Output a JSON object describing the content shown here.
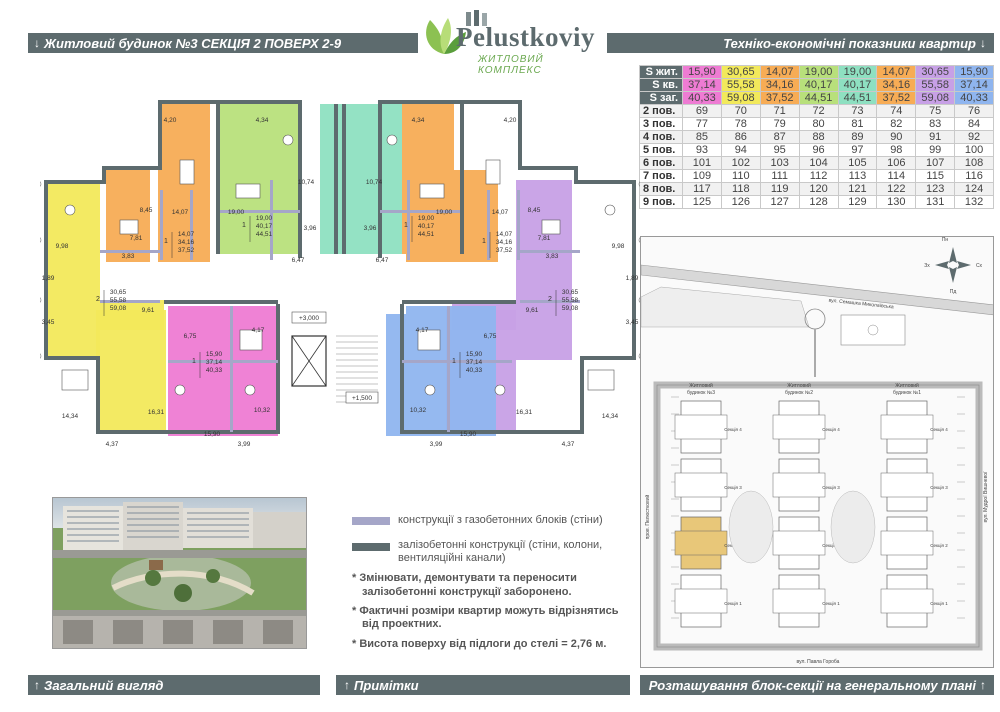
{
  "header": {
    "left_title": "Житловий будинок №3  СЕКЦІЯ 2  ПОВЕРХ 2-9",
    "right_title": "Техніко-економічні показники квартир"
  },
  "logo": {
    "name": "Pelustkoviy",
    "subtitle": "ЖИТЛОВИЙ КОМПЛЕКС"
  },
  "indicators": {
    "area_rows": [
      {
        "label": "S жит.",
        "values": [
          "15,90",
          "30,65",
          "14,07",
          "19,00",
          "19,00",
          "14,07",
          "30,65",
          "15,90"
        ]
      },
      {
        "label": "S кв.",
        "values": [
          "37,14",
          "55,58",
          "34,16",
          "40,17",
          "40,17",
          "34,16",
          "55,58",
          "37,14"
        ]
      },
      {
        "label": "S заг.",
        "values": [
          "40,33",
          "59,08",
          "37,52",
          "44,51",
          "44,51",
          "37,52",
          "59,08",
          "40,33"
        ]
      }
    ],
    "column_colors": [
      "#ee7bd3",
      "#f2e95b",
      "#f7ac55",
      "#b8e07b",
      "#8ee0c1",
      "#f7ac55",
      "#c7a0e6",
      "#8fb5ef"
    ],
    "floor_rows": [
      {
        "label": "2 пов.",
        "values": [
          "69",
          "70",
          "71",
          "72",
          "73",
          "74",
          "75",
          "76"
        ]
      },
      {
        "label": "3 пов.",
        "values": [
          "77",
          "78",
          "79",
          "80",
          "81",
          "82",
          "83",
          "84"
        ]
      },
      {
        "label": "4 пов.",
        "values": [
          "85",
          "86",
          "87",
          "88",
          "89",
          "90",
          "91",
          "92"
        ]
      },
      {
        "label": "5 пов.",
        "values": [
          "93",
          "94",
          "95",
          "96",
          "97",
          "98",
          "99",
          "100"
        ]
      },
      {
        "label": "6 пов.",
        "values": [
          "101",
          "102",
          "103",
          "104",
          "105",
          "106",
          "107",
          "108"
        ]
      },
      {
        "label": "7 пов.",
        "values": [
          "109",
          "110",
          "111",
          "112",
          "113",
          "114",
          "115",
          "116"
        ]
      },
      {
        "label": "8 пов.",
        "values": [
          "117",
          "118",
          "119",
          "120",
          "121",
          "122",
          "123",
          "124"
        ]
      },
      {
        "label": "9 пов.",
        "values": [
          "125",
          "126",
          "127",
          "128",
          "129",
          "130",
          "131",
          "132"
        ]
      }
    ]
  },
  "plan": {
    "apartments": [
      {
        "color": "#f2e95b",
        "rooms": "2",
        "ztext": [
          "30,65",
          "55,58",
          "59,08"
        ],
        "side": "left"
      },
      {
        "color": "#f7ac55",
        "rooms": "1",
        "ztext": [
          "14,07",
          "34,16",
          "37,52"
        ],
        "side": "left"
      },
      {
        "color": "#b8e07b",
        "rooms": "1",
        "ztext": [
          "19,00",
          "40,17",
          "44,51"
        ],
        "side": "left"
      },
      {
        "color": "#8ee0c1",
        "rooms": "1",
        "ztext": [
          "19,00",
          "40,17",
          "44,51"
        ],
        "side": "right"
      },
      {
        "color": "#f7ac55",
        "rooms": "1",
        "ztext": [
          "14,07",
          "34,16",
          "37,52"
        ],
        "side": "right"
      },
      {
        "color": "#c7a0e6",
        "rooms": "2",
        "ztext": [
          "30,65",
          "55,58",
          "59,08"
        ],
        "side": "right"
      },
      {
        "color": "#ee7bd3",
        "rooms": "1",
        "ztext": [
          "15,90",
          "37,14",
          "40,33"
        ],
        "side": "left"
      },
      {
        "color": "#8fb5ef",
        "rooms": "1",
        "ztext": [
          "15,90",
          "37,14",
          "40,33"
        ],
        "side": "right"
      }
    ],
    "labels": {
      "level_top": "+3,000",
      "level_mid": "+1,500",
      "r1": "4,20",
      "r2": "4,34",
      "r3": "10,74",
      "r4": "8,45",
      "r5": "9,98",
      "r6": "1,89",
      "r7": "9,61",
      "r8": "3,45",
      "r9": "14,34",
      "r10": "16,31",
      "r11": "4,37",
      "r12": "6,75",
      "r13": "4,17",
      "r14": "10,32",
      "r15": "3,99",
      "r16": "6,47",
      "r17": "3,96",
      "r18": "7,81",
      "r19": "3,83",
      "r20": "15,90",
      "r21": "14,07",
      "r22": "19,00"
    }
  },
  "legend": {
    "item1": "конструкції з газобетонних блоків (стіни)",
    "item2_line1": "залізобетонні конструкції (стіни, колони,",
    "item2_line2": "вентиляційні канали)",
    "color1": "#a5a6c8",
    "color2": "#5d6b6e"
  },
  "notes": {
    "n1_line1": "* Змінювати, демонтувати та переносити",
    "n1_line2": "залізобетонні конструкції заборонено.",
    "n2_line1": "* Фактичні розміри квартир можуть відрізнятись",
    "n2_line2": "від проектних.",
    "n3": "* Висота поверху від підлоги до стелі = 2,76 м."
  },
  "site": {
    "compass": {
      "n": "Пн",
      "s": "Пд",
      "e": "Сх",
      "w": "Зх"
    },
    "buildings": [
      {
        "line1": "Житловий",
        "line2": "будинок №3"
      },
      {
        "line1": "Житловий",
        "line2": "будинок №2"
      },
      {
        "line1": "Житловий",
        "line2": "будинок №1"
      }
    ],
    "sections": [
      "Секція 4",
      "Секція 3",
      "Секція 2",
      "Секція 1"
    ],
    "street_top": "вул. Семашка Миколаївська",
    "street_bottom": "вул. Павла Гороба",
    "street_left": "пров. Пелюстковий",
    "street_right": "вул. Мудрої Вишневої"
  },
  "footer": {
    "left": "Загальний вигляд",
    "mid": "Примітки",
    "right": "Розташування блок-секції на генеральному плані"
  }
}
